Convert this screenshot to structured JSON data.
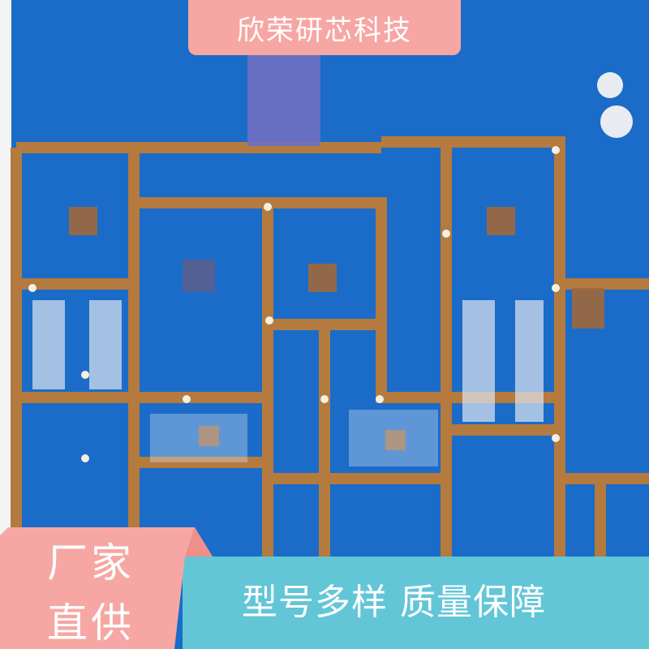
{
  "banner": {
    "title": "欣荣研芯科技"
  },
  "badge": {
    "line1": "厂家",
    "line2": "直供"
  },
  "slogan": {
    "text": "型号多样  质量保障"
  },
  "colors": {
    "pcb_blue": "#1a6cc8",
    "copper": "#b47a3e",
    "pink": "#f6a7a3",
    "teal": "#62c6d7"
  }
}
